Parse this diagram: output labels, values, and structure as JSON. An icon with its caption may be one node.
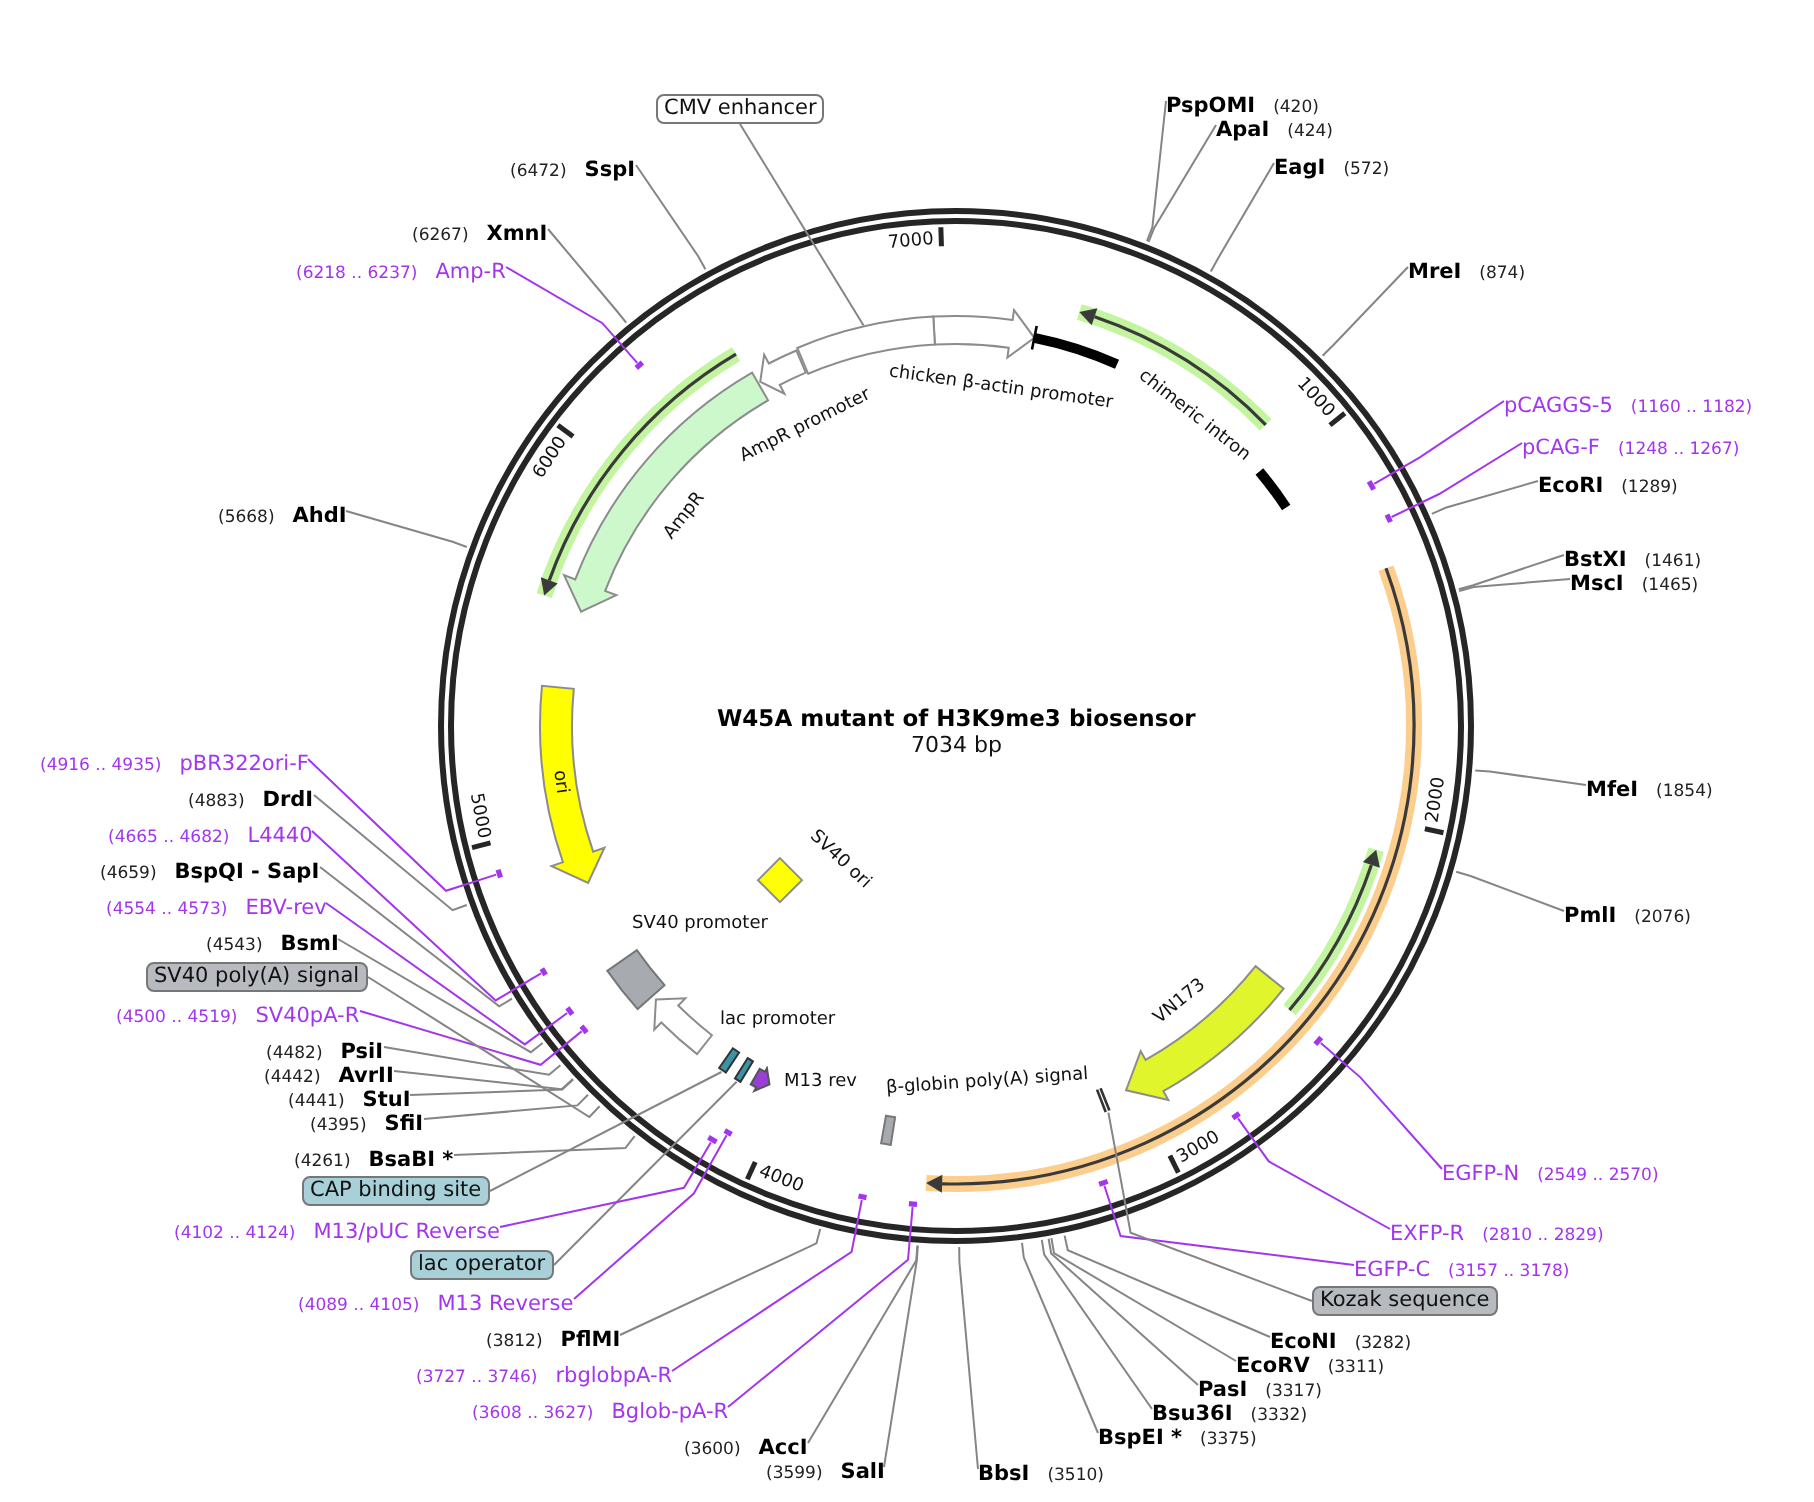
{
  "diagram": {
    "title": "W45A mutant of H3K9me3 biosensor",
    "nodes": [
      {
        "text": [
          "PspOMI",
          "(420)"
        ]
      },
      {
        "text": [
          "ApaI",
          "(424)"
        ]
      },
      {
        "text": [
          "EagI",
          "(572)"
        ]
      },
      {
        "text": [
          "MreI",
          "(874)"
        ]
      },
      {
        "text": [
          "pCAGGS-5",
          "(1160 .. 1182)"
        ]
      },
      {
        "text": [
          "pCAG-F",
          "(1248 .. 1267)"
        ]
      },
      {
        "text": [
          "EcoRI",
          "(1289)"
        ]
      },
      {
        "text": [
          "BstXI",
          "(1461)"
        ]
      },
      {
        "text": [
          "MscI",
          "(1465)"
        ]
      },
      {
        "text": [
          "MfeI",
          "(1854)"
        ]
      },
      {
        "text": [
          "PmlI",
          "(2076)"
        ]
      },
      {
        "text": [
          "EGFP-N",
          "(2549 .. 2570)"
        ]
      },
      {
        "text": [
          "EXFP-R",
          "(2810 .. 2829)"
        ]
      },
      {
        "text": [
          "EGFP-C",
          "(3157 .. 3178)"
        ]
      },
      {
        "text": [
          "Kozak sequence"
        ]
      },
      {
        "text": [
          "EcoNI",
          "(3282)"
        ]
      },
      {
        "text": [
          "EcoRV",
          "(3311)"
        ]
      },
      {
        "text": [
          "PasI",
          "(3317)"
        ]
      },
      {
        "text": [
          "Bsu36I",
          "(3332)"
        ]
      },
      {
        "text": [
          "BspEI *",
          "(3375)"
        ]
      },
      {
        "text": [
          "BbsI",
          "(3510)"
        ]
      },
      {
        "text": [
          "(3599)",
          "SalI"
        ]
      },
      {
        "text": [
          "(3600)",
          "AccI"
        ]
      },
      {
        "text": [
          "(3608 .. 3627)",
          "Bglob-pA-R"
        ]
      },
      {
        "text": [
          "(3727 .. 3746)",
          "rbglobpA-R"
        ]
      },
      {
        "text": [
          "(3812)",
          "PflMI"
        ]
      },
      {
        "text": [
          "(4089 .. 4105)",
          "M13 Reverse"
        ]
      },
      {
        "text": [
          "lac operator"
        ]
      },
      {
        "text": [
          "(4102 .. 4124)",
          "M13/pUC Reverse"
        ]
      },
      {
        "text": [
          "CAP binding site"
        ]
      },
      {
        "text": [
          "(4261)",
          "BsaBI *"
        ]
      },
      {
        "text": [
          "(4395)",
          "SfiI"
        ]
      },
      {
        "text": [
          "(4441)",
          "StuI"
        ]
      },
      {
        "text": [
          "(4442)",
          "AvrII"
        ]
      },
      {
        "text": [
          "(4482)",
          "PsiI"
        ]
      },
      {
        "text": [
          "(4500 .. 4519)",
          "SV40pA-R"
        ]
      },
      {
        "text": [
          "SV40 poly(A) signal"
        ]
      },
      {
        "text": [
          "(4543)",
          "BsmI"
        ]
      },
      {
        "text": [
          "(4554 .. 4573)",
          "EBV-rev"
        ]
      },
      {
        "text": [
          "(4659)",
          "BspQI - SapI"
        ]
      },
      {
        "text": [
          "(4665 .. 4682)",
          "L4440"
        ]
      },
      {
        "text": [
          "(4883)",
          "DrdI"
        ]
      },
      {
        "text": [
          "(4916 .. 4935)",
          "pBR322ori-F"
        ]
      },
      {
        "text": [
          "(5668)",
          "AhdI"
        ]
      },
      {
        "text": [
          "(6218 .. 6237)",
          "Amp-R"
        ]
      },
      {
        "text": [
          "(6267)",
          "XmnI"
        ]
      },
      {
        "text": [
          "(6472)",
          "SspI"
        ]
      },
      {
        "text": [
          "CMV enhancer"
        ]
      },
      {
        "text": [
          "chicken β-actin promoter"
        ]
      },
      {
        "text": [
          "chimeric intron"
        ]
      },
      {
        "text": [
          "VN173"
        ]
      },
      {
        "text": [],
        "shape": "bar"
      },
      {
        "text": [
          "β-globin poly(A) signal"
        ]
      },
      {
        "text": [
          "M13 rev"
        ]
      },
      {
        "text": [],
        "shape": "box"
      },
      {
        "text": [],
        "shape": "box"
      },
      {
        "text": [
          "lac promoter"
        ]
      },
      {
        "text": [
          "SV40 ori"
        ]
      },
      {
        "text": [
          "SV40 promoter"
        ]
      },
      {
        "text": [
          "ori"
        ]
      },
      {
        "text": [
          "AmpR"
        ]
      },
      {
        "text": [
          "AmpR promoter"
        ]
      },
      {
        "text": [],
        "shape": "bar"
      },
      {
        "text": [],
        "shape": "bar"
      },
      {
        "text": [],
        "shape": "bar"
      },
      {
        "text": [],
        "shape": "bar"
      },
      {
        "text": [],
        "shape": "bar"
      },
      {
        "text": [],
        "shape": "bar"
      },
      {
        "text": [],
        "shape": "bar"
      },
      {
        "text": [],
        "shape": "bar"
      },
      {
        "text": [],
        "shape": "bar"
      },
      {
        "text": [],
        "shape": "bar"
      },
      {
        "text": [],
        "shape": "bar"
      },
      {
        "text": [],
        "shape": "bar"
      },
      {
        "text": [],
        "shape": "bar"
      },
      {
        "text": [],
        "shape": "bar"
      },
      {
        "text": [],
        "shape": "bar"
      }
    ],
    "edges": [
      {
        "from": 0,
        "to": null,
        "arrow": "none"
      },
      {
        "from": 1,
        "to": null,
        "arrow": "none"
      },
      {
        "from": 2,
        "to": null,
        "arrow": "none"
      },
      {
        "from": 3,
        "to": null,
        "arrow": "none"
      },
      {
        "from": 4,
        "to": 63,
        "arrow": "none",
        "color": "#a335ee"
      },
      {
        "from": 5,
        "to": 64,
        "arrow": "none",
        "color": "#a335ee"
      },
      {
        "from": 6,
        "to": null,
        "arrow": "none"
      },
      {
        "from": 7,
        "to": null,
        "arrow": "none"
      },
      {
        "from": 8,
        "to": null,
        "arrow": "none"
      },
      {
        "from": 9,
        "to": null,
        "arrow": "none"
      },
      {
        "from": 10,
        "to": null,
        "arrow": "none"
      },
      {
        "from": 11,
        "to": 65,
        "arrow": "none",
        "color": "#a335ee"
      },
      {
        "from": 12,
        "to": 66,
        "arrow": "none",
        "color": "#a335ee"
      },
      {
        "from": 13,
        "to": 67,
        "arrow": "none",
        "color": "#a335ee"
      },
      {
        "from": 14,
        "to": 51,
        "arrow": "none"
      },
      {
        "from": 15,
        "to": null,
        "arrow": "none"
      },
      {
        "from": 16,
        "to": null,
        "arrow": "none"
      },
      {
        "from": 17,
        "to": null,
        "arrow": "none"
      },
      {
        "from": 18,
        "to": null,
        "arrow": "none"
      },
      {
        "from": 19,
        "to": null,
        "arrow": "none"
      },
      {
        "from": 20,
        "to": null,
        "arrow": "none"
      },
      {
        "from": 21,
        "to": null,
        "arrow": "none"
      },
      {
        "from": 22,
        "to": null,
        "arrow": "none"
      },
      {
        "from": 23,
        "to": 68,
        "arrow": "none",
        "color": "#a335ee"
      },
      {
        "from": 24,
        "to": 69,
        "arrow": "none",
        "color": "#a335ee"
      },
      {
        "from": 25,
        "to": null,
        "arrow": "none"
      },
      {
        "from": 26,
        "to": 70,
        "arrow": "none",
        "color": "#a335ee"
      },
      {
        "from": 27,
        "to": 54,
        "arrow": "none"
      },
      {
        "from": 28,
        "to": 71,
        "arrow": "none",
        "color": "#a335ee"
      },
      {
        "from": 29,
        "to": 55,
        "arrow": "none"
      },
      {
        "from": 30,
        "to": null,
        "arrow": "none"
      },
      {
        "from": 31,
        "to": null,
        "arrow": "none"
      },
      {
        "from": 32,
        "to": null,
        "arrow": "none"
      },
      {
        "from": 33,
        "to": null,
        "arrow": "none"
      },
      {
        "from": 34,
        "to": null,
        "arrow": "none"
      },
      {
        "from": 35,
        "to": 72,
        "arrow": "none",
        "color": "#a335ee"
      },
      {
        "from": 36,
        "to": null,
        "arrow": "none"
      },
      {
        "from": 37,
        "to": null,
        "arrow": "none"
      },
      {
        "from": 38,
        "to": 73,
        "arrow": "none",
        "color": "#a335ee"
      },
      {
        "from": 39,
        "to": null,
        "arrow": "none"
      },
      {
        "from": 40,
        "to": 74,
        "arrow": "none",
        "color": "#a335ee"
      },
      {
        "from": 41,
        "to": null,
        "arrow": "none"
      },
      {
        "from": 42,
        "to": 75,
        "arrow": "none",
        "color": "#a335ee"
      },
      {
        "from": 43,
        "to": null,
        "arrow": "none"
      },
      {
        "from": 44,
        "to": 76,
        "arrow": "none",
        "color": "#a335ee"
      },
      {
        "from": 45,
        "to": null,
        "arrow": "none"
      },
      {
        "from": 46,
        "to": null,
        "arrow": "none"
      },
      {
        "from": 47,
        "to": 62,
        "arrow": "none"
      }
    ],
    "labels": [
      "7034 bp",
      "1000",
      "2000",
      "3000",
      "4000",
      "5000",
      "6000",
      "7000"
    ]
  }
}
